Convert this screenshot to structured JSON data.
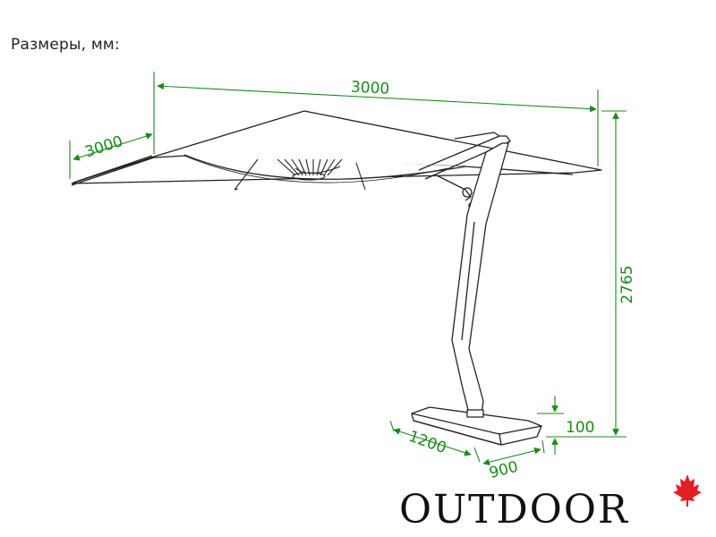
{
  "title": "Размеры, мм:",
  "dimensions": {
    "width_top": "3000",
    "width_side": "3000",
    "height": "2765",
    "base_height": "100",
    "base_length": "1200",
    "base_width": "900"
  },
  "brand": {
    "name": "OUTDOOR",
    "leaf_icon": "maple-leaf-icon"
  },
  "colors": {
    "dimension": "#1a8a1a",
    "outline": "#222222",
    "leaf": "#e21e26"
  }
}
